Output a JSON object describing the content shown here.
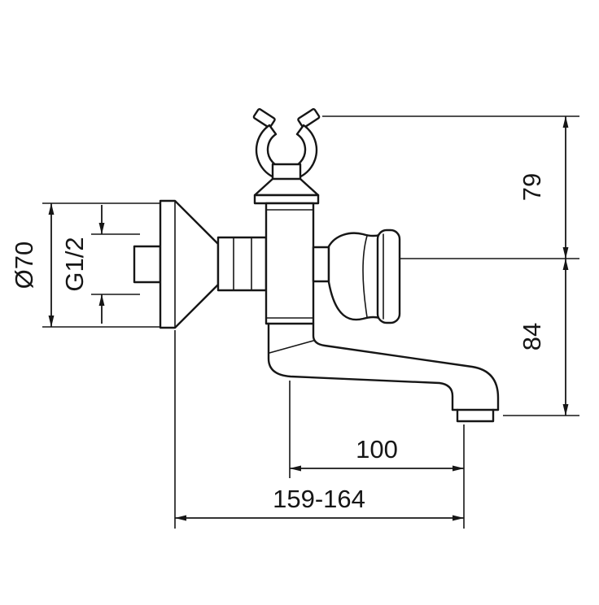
{
  "dimensions": {
    "flange_diameter": "Ø70",
    "connection_thread": "G1/2",
    "height_top": "79",
    "height_bottom": "84",
    "spout_reach": "100",
    "overall_length": "159-164"
  }
}
